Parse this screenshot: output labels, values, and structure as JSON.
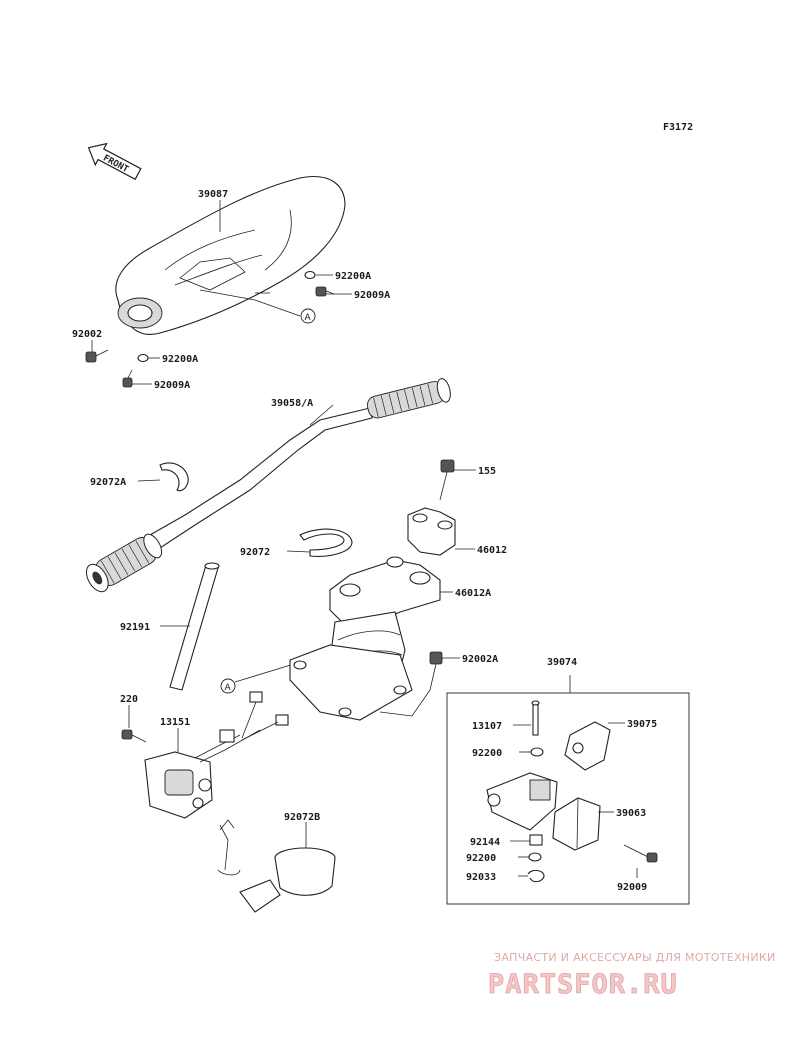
{
  "figure_code": "F3172",
  "front_label": "FRONT",
  "reference_marker": "A",
  "callouts": {
    "p39087": "39087",
    "p92200A_top": "92200A",
    "p92009A_top": "92009A",
    "p92002": "92002",
    "p92200A_bot": "92200A",
    "p92009A_bot": "92009A",
    "p39058A": "39058/A",
    "p92072A": "92072A",
    "p155": "155",
    "p92072": "92072",
    "p46012": "46012",
    "p46012A": "46012A",
    "p92191": "92191",
    "p92002A": "92002A",
    "p39074": "39074",
    "p220": "220",
    "p13151": "13151",
    "p13107": "13107",
    "p39075": "39075",
    "p92200_a": "92200",
    "p39063": "39063",
    "p92072B": "92072B",
    "p92144": "92144",
    "p92200_b": "92200",
    "p92033": "92033",
    "p92009": "92009"
  },
  "watermark": {
    "tagline": "ЗАПЧАСТИ И АКСЕССУАРЫ ДЛЯ МОТОТЕХНИКИ",
    "brand": "PARTSFOR.RU"
  }
}
